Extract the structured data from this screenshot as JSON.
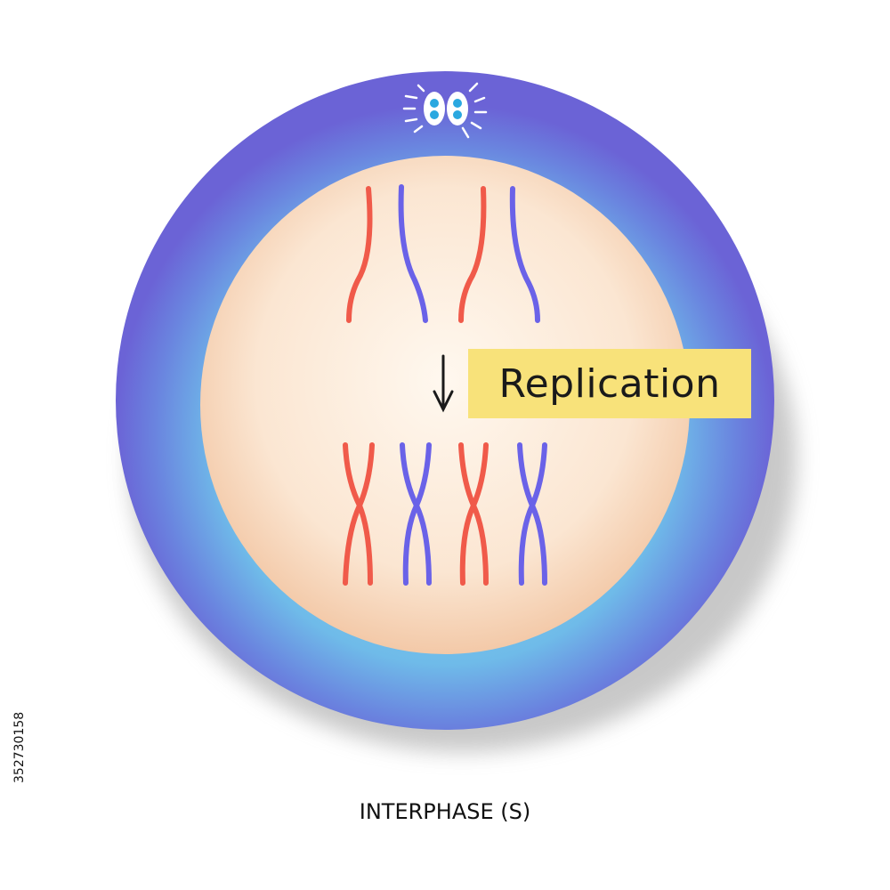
{
  "diagram": {
    "process_label": "Replication",
    "caption": "INTERPHASE (S)",
    "stock_id": "352730158",
    "colors": {
      "cytoplasm_outer": "#6b63d6",
      "cytoplasm_inner": "#7cc4ec",
      "nucleus_center": "#fdf3e6",
      "nucleus_edge": "#f6d2b4",
      "chromosome_red": "#f05a4a",
      "chromosome_blue": "#6a62e8",
      "label_background": "#f8e27a",
      "centrosome": "#2aa8e0"
    },
    "icons": [
      "centrosome-icon",
      "down-arrow-icon"
    ]
  }
}
